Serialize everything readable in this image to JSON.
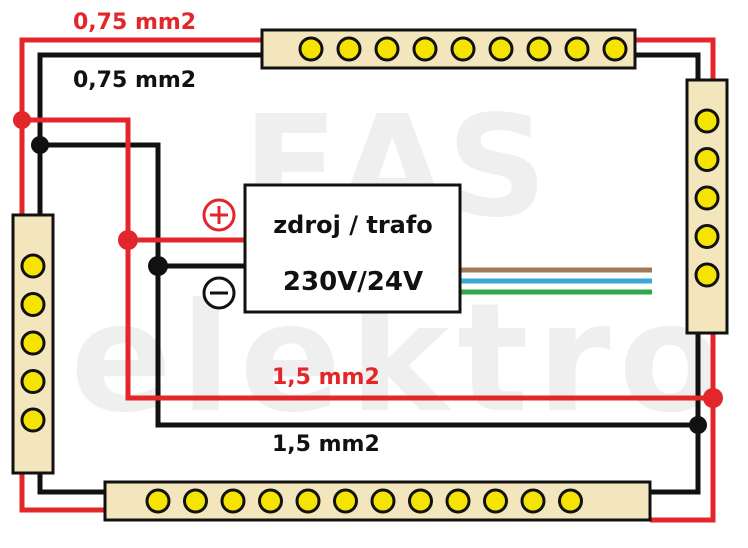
{
  "labels": {
    "wire_top_red": "0,75 mm2",
    "wire_top_black": "0,75 mm2",
    "wire_bottom_red": "1,5 mm2",
    "wire_bottom_black": "1,5 mm2",
    "psu_line1": "zdroj / trafo",
    "psu_line2": "230V/24V",
    "plus_symbol": "+",
    "minus_symbol": "−"
  },
  "watermark": {
    "line1": "EAS",
    "line2": "elektro"
  },
  "colors": {
    "red_wire": "#e3262a",
    "black_wire": "#111111",
    "strip_body": "#f3e6bd",
    "led": "#f5e400",
    "mains_brown": "#a0785a",
    "mains_blue": "#3aa8d8",
    "mains_green": "#2ea84a"
  },
  "strips": {
    "top_led_count": 9,
    "right_led_count": 5,
    "left_led_count": 5,
    "bottom_led_count": 12
  }
}
